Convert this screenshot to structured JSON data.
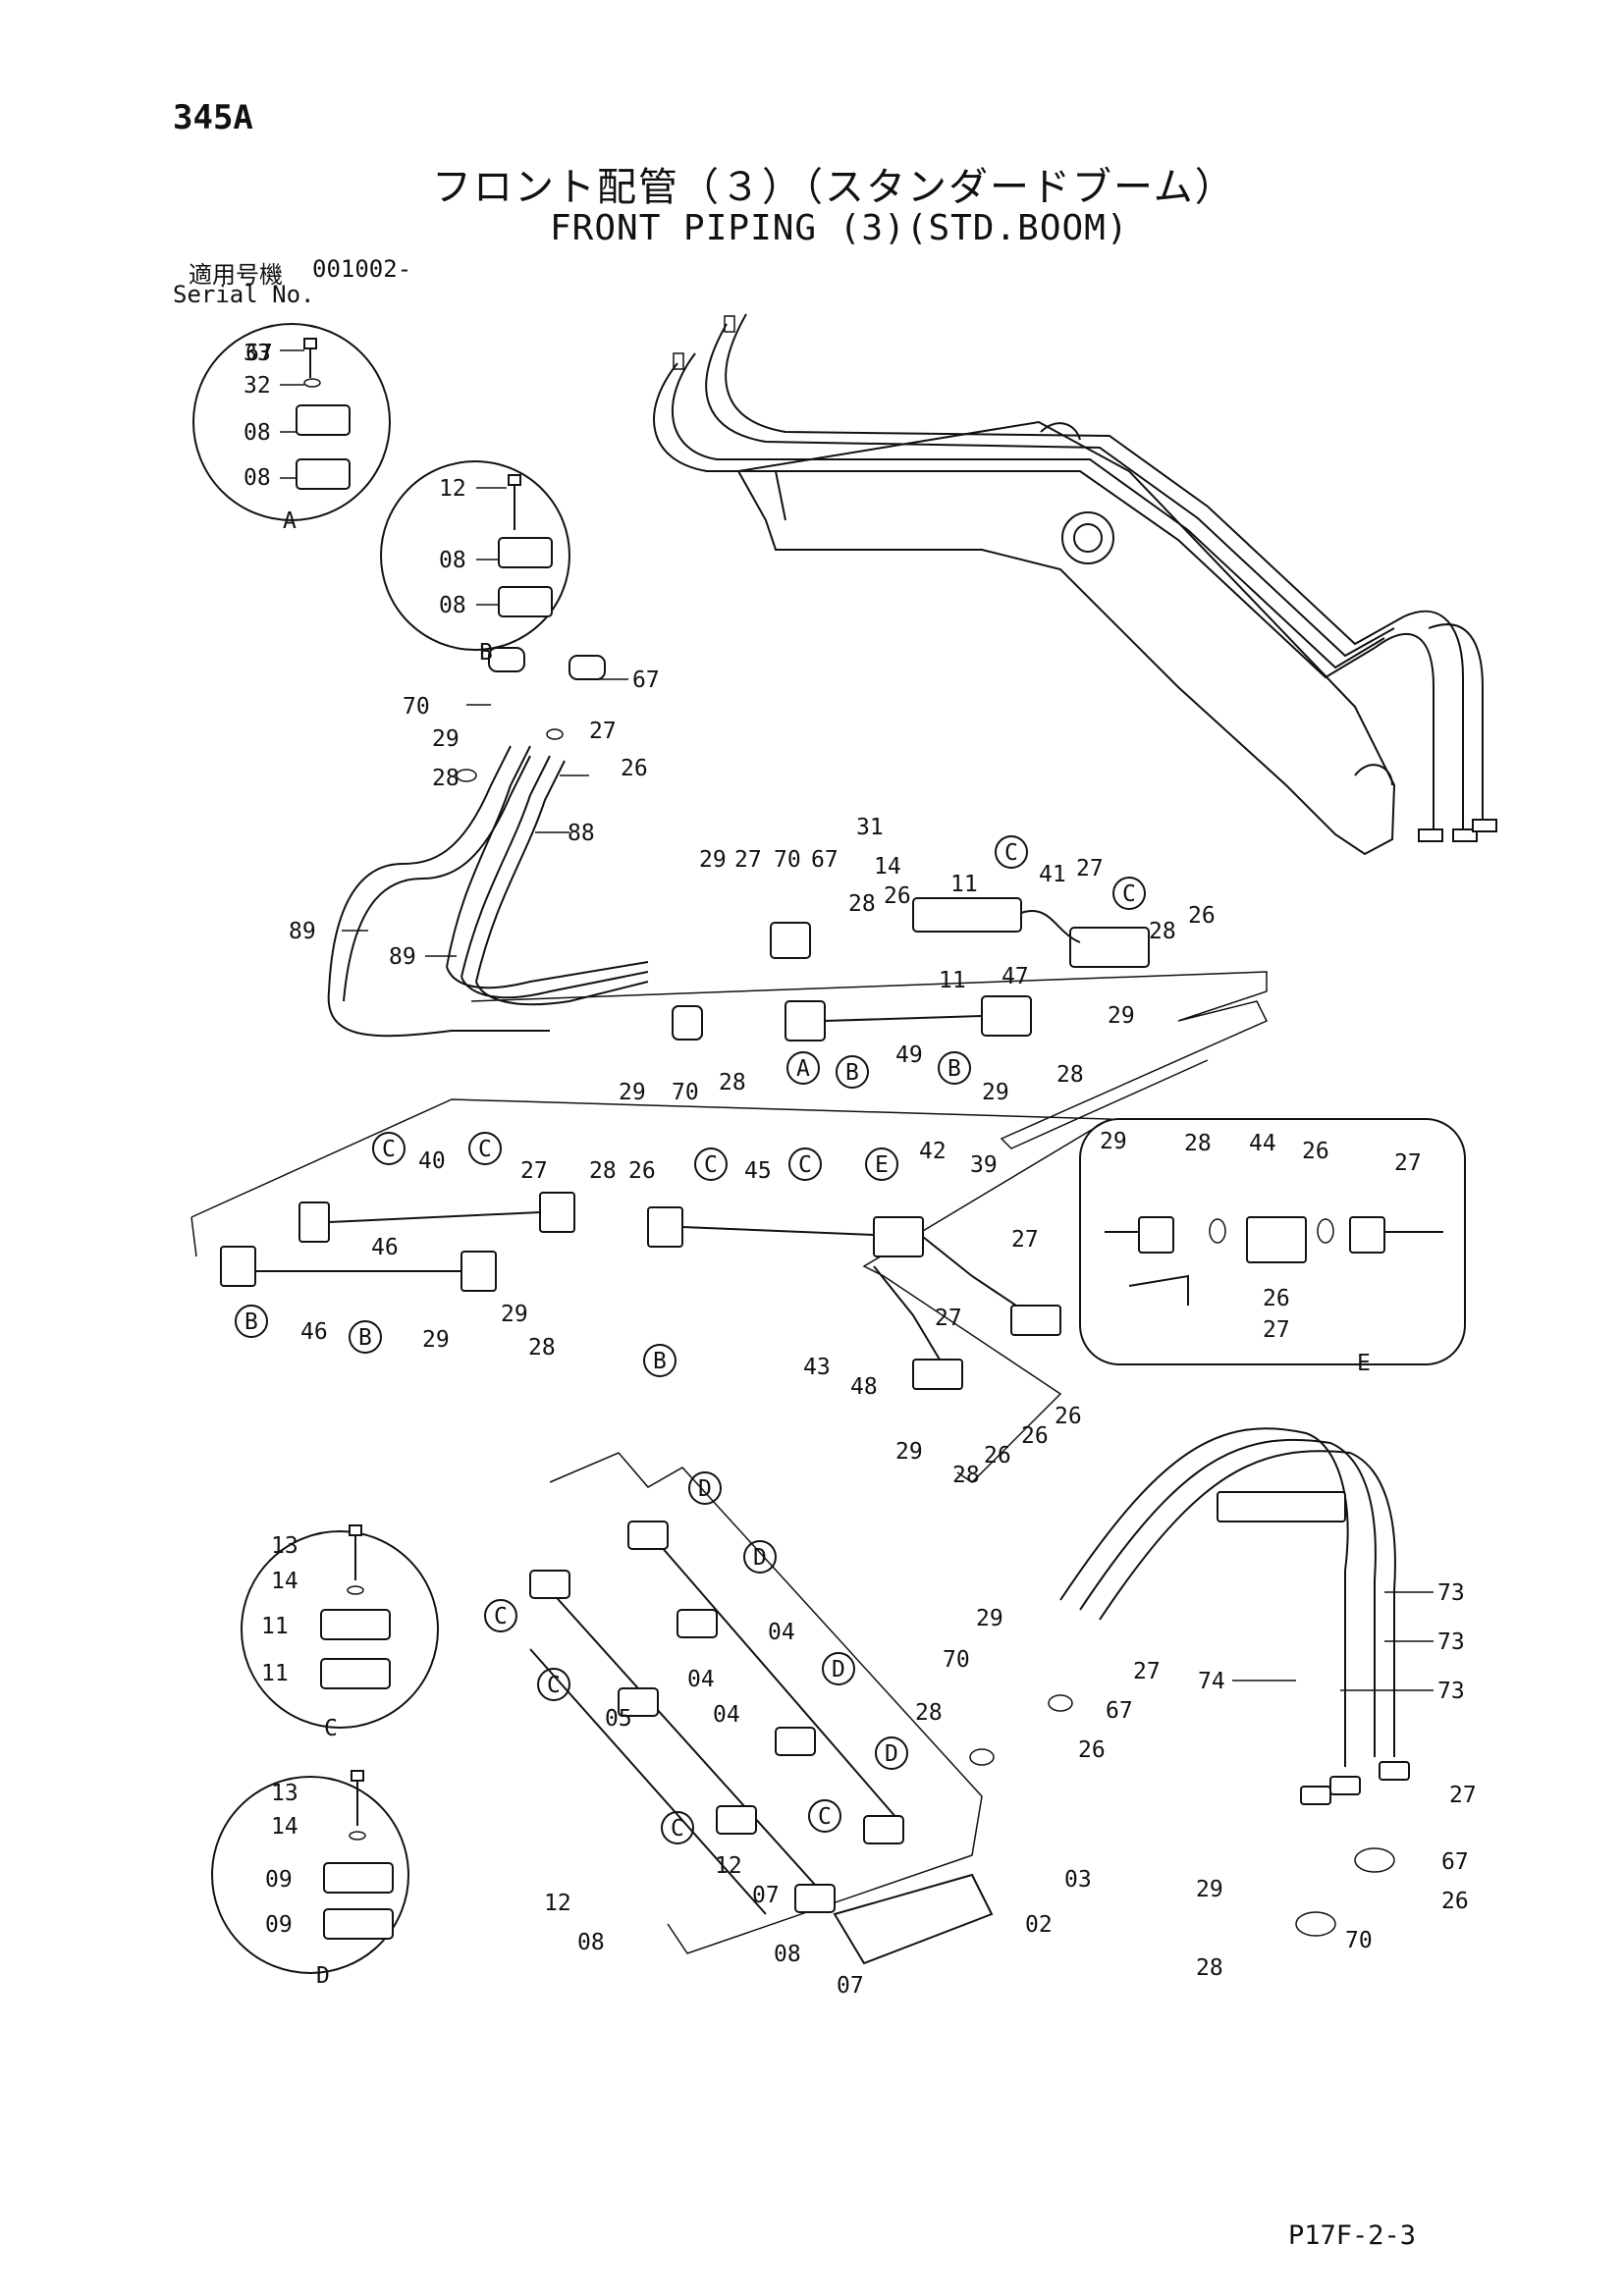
{
  "header": {
    "page_code": "345A",
    "title_jp": "フロント配管（３）（スタンダードブーム）",
    "title_en": "FRONT PIPING (3)(STD.BOOM)",
    "serial_label_jp": "適用号機",
    "serial_value": "001002-",
    "serial_label_en": "Serial No."
  },
  "footer": {
    "drawing_code": "P17F-2-3"
  },
  "detail_views": [
    {
      "letter": "A",
      "parts": [
        "33",
        "32",
        "08",
        "08"
      ]
    },
    {
      "letter": "B",
      "parts": [
        "12",
        "08",
        "08"
      ]
    },
    {
      "letter": "C",
      "parts": [
        "13",
        "14",
        "11",
        "11"
      ]
    },
    {
      "letter": "D",
      "parts": [
        "13",
        "14",
        "09",
        "09"
      ]
    },
    {
      "letter": "E",
      "parts": [
        "29",
        "28",
        "44",
        "26",
        "27",
        "26",
        "27"
      ]
    }
  ],
  "callouts": [
    "67",
    "70",
    "29",
    "27",
    "28",
    "26",
    "88",
    "89",
    "89",
    "31",
    "14",
    "29",
    "27",
    "70",
    "67",
    "28",
    "26",
    "11",
    "41",
    "27",
    "11",
    "47",
    "28",
    "26",
    "29",
    "29",
    "70",
    "28",
    "49",
    "29",
    "28",
    "40",
    "27",
    "46",
    "28",
    "26",
    "45",
    "42",
    "39",
    "27",
    "46",
    "29",
    "29",
    "28",
    "43",
    "48",
    "27",
    "29",
    "28",
    "26",
    "26",
    "26",
    "04",
    "04",
    "04",
    "05",
    "12",
    "12",
    "07",
    "08",
    "08",
    "07",
    "03",
    "02",
    "29",
    "70",
    "27",
    "67",
    "28",
    "26",
    "73",
    "73",
    "73",
    "74",
    "27",
    "67",
    "29",
    "26",
    "70",
    "28"
  ],
  "circle_refs": [
    "C",
    "C",
    "A",
    "B",
    "B",
    "C",
    "C",
    "C",
    "C",
    "E",
    "B",
    "B",
    "B",
    "D",
    "D",
    "D",
    "D",
    "C",
    "C",
    "C",
    "C"
  ]
}
